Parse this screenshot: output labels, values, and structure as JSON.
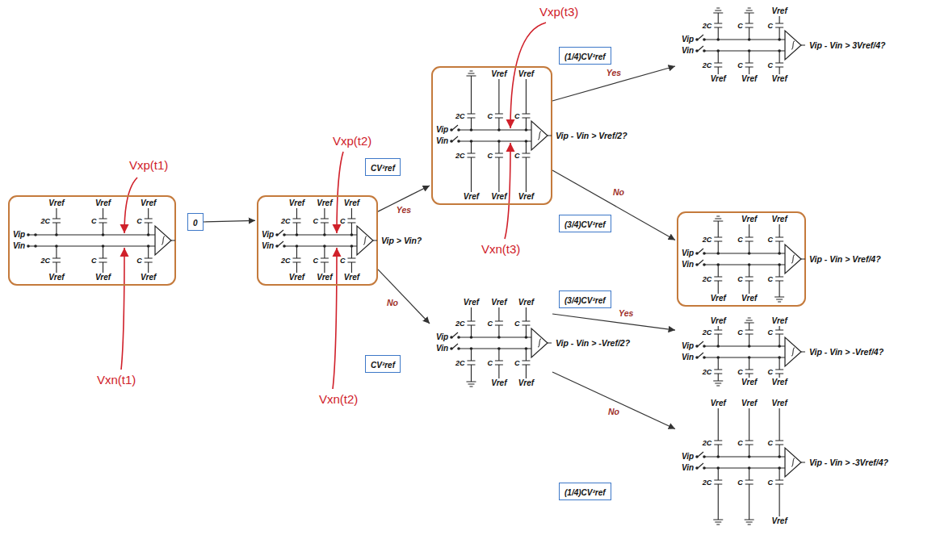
{
  "diagram": {
    "nodes": [
      {
        "text": [
          "Vref",
          "Vref",
          "Vref",
          "2C",
          "C",
          "C",
          "Vip",
          "Vin",
          "2C",
          "C",
          "C",
          "Vref",
          "Vref",
          "Vref"
        ]
      },
      {
        "text": [
          "0"
        ]
      },
      {
        "text": [
          "Vref",
          "Vref",
          "Vref",
          "2C",
          "C",
          "C",
          "Vip",
          "Vin",
          "2C",
          "C",
          "C",
          "Vref",
          "Vref",
          "Vref",
          "Vip > Vin?"
        ]
      },
      {
        "text": [
          "CV²ref"
        ]
      },
      {
        "text": [
          "CV²ref"
        ]
      },
      {
        "text": [
          "Vref",
          "Vref",
          "2C",
          "C",
          "C",
          "Vip",
          "Vin",
          "2C",
          "C",
          "C",
          "Vref",
          "Vref",
          "Vref",
          "Vip - Vin > Vref/2?"
        ]
      },
      {
        "text": [
          "Vref",
          "Vref",
          "Vref",
          "2C",
          "C",
          "C",
          "Vip",
          "Vin",
          "2C",
          "C",
          "C",
          "Vref",
          "Vref",
          "Vip - Vin > -Vref/2?"
        ]
      },
      {
        "text": [
          "(1/4)CV²ref"
        ]
      },
      {
        "text": [
          "(3/4)CV²ref"
        ]
      },
      {
        "text": [
          "(3/4)CV²ref"
        ]
      },
      {
        "text": [
          "(1/4)CV²ref"
        ]
      },
      {
        "text": [
          "Vref",
          "2C",
          "C",
          "C",
          "Vip",
          "Vin",
          "2C",
          "C",
          "C",
          "Vref",
          "Vref",
          "Vref",
          "Vip - Vin > 3Vref/4?"
        ]
      },
      {
        "text": [
          "Vref",
          "Vref",
          "2C",
          "C",
          "C",
          "Vip",
          "Vin",
          "2C",
          "C",
          "C",
          "Vref",
          "Vref",
          "Vip - Vin > Vref/4?"
        ]
      },
      {
        "text": [
          "Vref",
          "Vref",
          "2C",
          "C",
          "C",
          "Vip",
          "Vin",
          "2C",
          "C",
          "C",
          "Vref",
          "Vref",
          "Vip - Vin > -Vref/4?"
        ]
      },
      {
        "text": [
          "Vref",
          "Vref",
          "Vref",
          "2C",
          "C",
          "C",
          "Vip",
          "Vin",
          "2C",
          "C",
          "C",
          "Vref",
          "Vip - Vin > -3Vref/4?"
        ]
      }
    ],
    "edges": [
      {
        "from": 1,
        "to": 2,
        "arrow": "to"
      },
      {
        "from": 2,
        "to": 5,
        "label": "Yes",
        "arrow": "to"
      },
      {
        "from": 2,
        "to": 6,
        "label": "No",
        "arrow": "to"
      },
      {
        "from": 5,
        "to": 11,
        "label": "Yes",
        "arrow": "to"
      },
      {
        "from": 5,
        "to": 12,
        "label": "No",
        "arrow": "to"
      },
      {
        "from": 6,
        "to": 13,
        "label": "Yes",
        "arrow": "to"
      },
      {
        "from": 6,
        "to": 14,
        "label": "No",
        "arrow": "to"
      }
    ],
    "labels": [
      "Vxp(t1)",
      "Vxn(t1)",
      "Vxp(t2)",
      "Vxn(t2)",
      "Vxp(t3)",
      "Vxn(t3)"
    ]
  }
}
